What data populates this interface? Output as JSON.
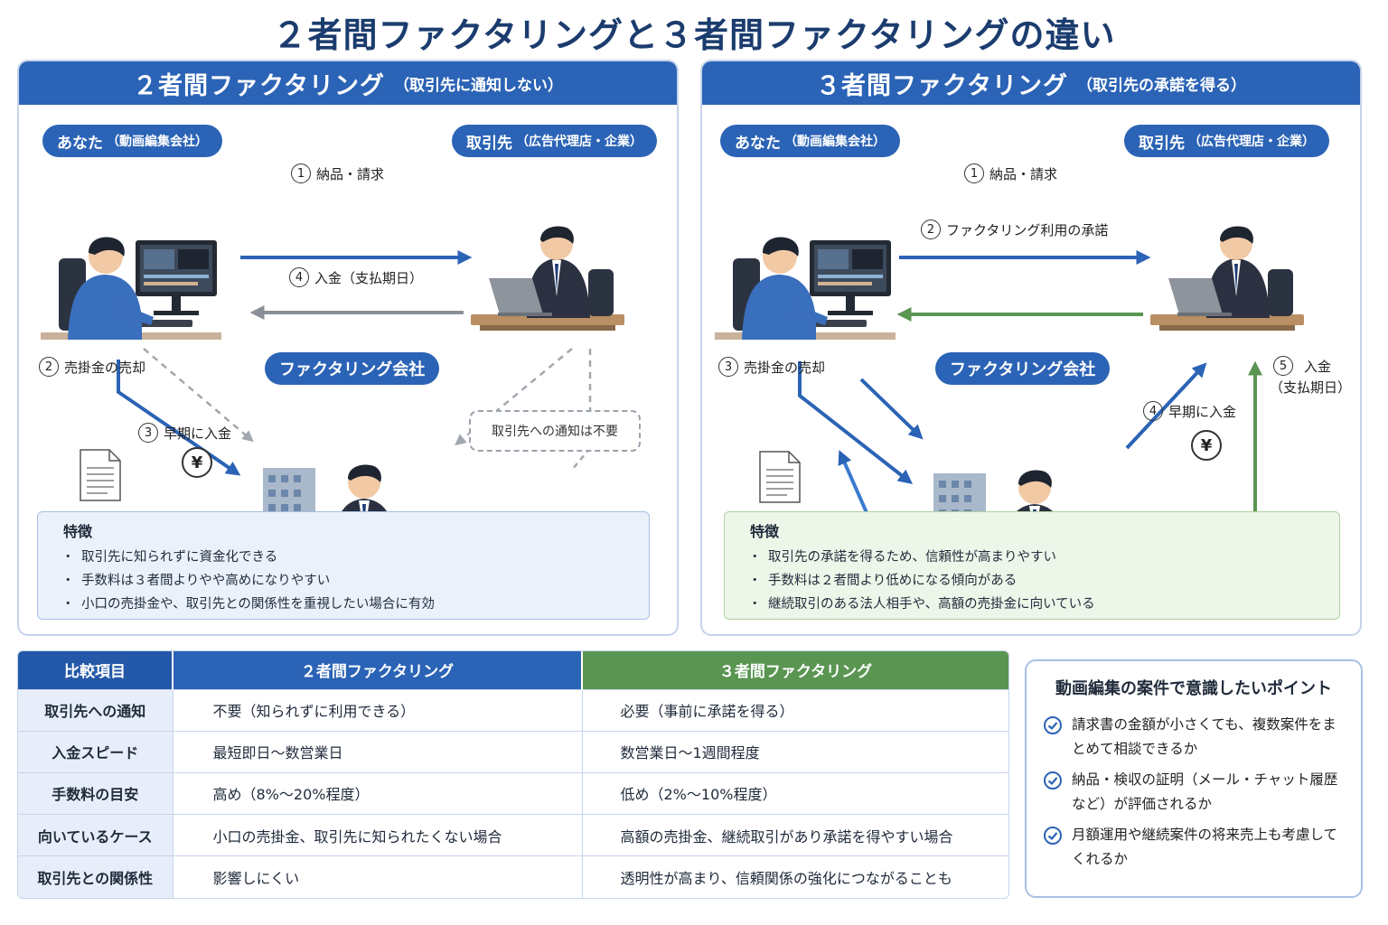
{
  "title": "２者間ファクタリングと３者間ファクタリングの違い",
  "two_party": {
    "header_title": "２者間ファクタリング",
    "header_sub": "（取引先に通知しない）",
    "you_label": "あなた",
    "you_sub": "（動画編集会社）",
    "client_label": "取引先",
    "client_sub": "（広告代理店・企業）",
    "factor_label": "ファクタリング会社",
    "steps": [
      {
        "num": "1",
        "text": "納品・請求"
      },
      {
        "num": "4",
        "text": "入金（支払期日）"
      },
      {
        "num": "2",
        "text": "売掛金の売却"
      },
      {
        "num": "3",
        "text": "早期に入金"
      }
    ],
    "yen": "¥",
    "note": "取引先への通知は不要",
    "feature_title": "特徴",
    "features": [
      "取引先に知られずに資金化できる",
      "手数料は３者間よりやや高めになりやすい",
      "小口の売掛金や、取引先との関係性を重視したい場合に有効"
    ]
  },
  "three_party": {
    "header_title": "３者間ファクタリング",
    "header_sub": "（取引先の承諾を得る）",
    "you_label": "あなた",
    "you_sub": "（動画編集会社）",
    "client_label": "取引先",
    "client_sub": "（広告代理店・企業）",
    "factor_label": "ファクタリング会社",
    "steps": [
      {
        "num": "1",
        "text": "納品・請求"
      },
      {
        "num": "2",
        "text": "ファクタリング利用の承諾"
      },
      {
        "num": "3",
        "text": "売掛金の売却"
      },
      {
        "num": "4",
        "text": "早期に入金"
      },
      {
        "num": "5",
        "text": "入金"
      }
    ],
    "step5_sub": "（支払期日）",
    "yen": "¥",
    "feature_title": "特徴",
    "features": [
      "取引先の承諾を得るため、信頼性が高まりやすい",
      "手数料は２者間より低めになる傾向がある",
      "継続取引のある法人相手や、高額の売掛金に向いている"
    ]
  },
  "comparison": {
    "headers": [
      "比較項目",
      "２者間ファクタリング",
      "３者間ファクタリング"
    ],
    "rows": [
      [
        "取引先への通知",
        "不要（知られずに利用できる）",
        "必要（事前に承諾を得る）"
      ],
      [
        "入金スピード",
        "最短即日〜数営業日",
        "数営業日〜1週間程度"
      ],
      [
        "手数料の目安",
        "高め（8%〜20%程度）",
        "低め（2%〜10%程度）"
      ],
      [
        "向いているケース",
        "小口の売掛金、取引先に知られたくない場合",
        "高額の売掛金、継続取引があり承諾を得やすい場合"
      ],
      [
        "取引先との関係性",
        "影響しにくい",
        "透明性が高まり、信頼関係の強化につながることも"
      ]
    ]
  },
  "points": {
    "title": "動画編集の案件で意識したいポイント",
    "items": [
      "請求書の金額が小さくても、複数案件をまとめて相談できるか",
      "納品・検収の証明（メール・チャット履歴など）が評価されるか",
      "月額運用や継続案件の将来売上も考慮してくれるか"
    ],
    "icon": "check-circle-icon"
  },
  "colors": {
    "primary_blue": "#2b63b6",
    "accent_green": "#5a9552",
    "title_navy": "#1b3c6e"
  }
}
